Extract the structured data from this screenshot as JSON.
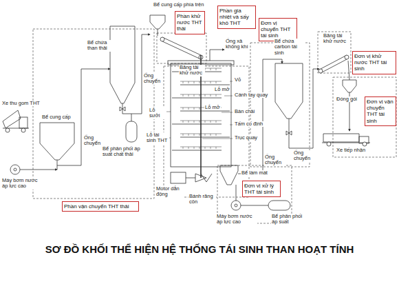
{
  "diagram": {
    "title": "SƠ ĐỒ KHỐI THỂ HIỆN HỆ THỐNG TÁI SINH THAN HOẠT TÍNH",
    "nodes": [
      {
        "text": [
          "Phần khử nước THT thải"
        ]
      },
      {
        "text": [
          "Phần gia nhiệt và sấy khô THT"
        ]
      },
      {
        "text": [
          "Đơn vị chuyển THT tái sinh"
        ]
      },
      {
        "text": [
          "Đơn vị khử nước THT tái sinh"
        ]
      },
      {
        "text": [
          "Đơn vị vận chuyển THT tái sinh"
        ]
      },
      {
        "text": [
          "Đơn vị xử lý THT tái sinh"
        ]
      },
      {
        "text": [
          "Phần vận chuyển THT thải"
        ]
      }
    ],
    "labels": [
      "Bể cung cấp phía trên",
      "Bể chứa than thải",
      "Băng tải khử nước",
      "Ống xả không khí",
      "Bể chứa carbon tái sinh",
      "Băng tải khử nước",
      "Xe thu gom THT",
      "Bể cung cấp",
      "Ống chuyển",
      "Ống chuyển",
      "Vỏ",
      "Lỗ mở",
      "Cánh tay quay",
      "Lỗ mở",
      "Bàn chải",
      "Tấm cố định",
      "Lỗ sưởi",
      "Lỗ tái sinh THT",
      "Trục quay",
      "Bể phân phối áp suất chất thải",
      "Đóng gói",
      "Xe tiếp nhận",
      "Ống chuyển",
      "Ống chuyển",
      "Máy bơm nước áp lực cao",
      "Bể làm mát",
      "Motor dẫn động",
      "Bánh răng côn",
      "Máy bơm nước áp lực cao",
      "Bể phân phối áp suất"
    ]
  }
}
